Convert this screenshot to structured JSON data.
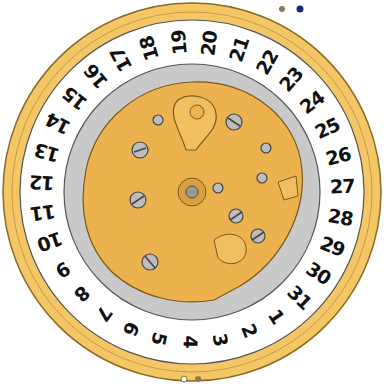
{
  "diagram": {
    "labels": [
      "1",
      "2",
      "3",
      "4",
      "5",
      "6",
      "7",
      "8",
      "9",
      "10",
      "11",
      "12",
      "13",
      "14",
      "15",
      "16",
      "17",
      "18",
      "19",
      "20",
      "21",
      "22",
      "23",
      "24",
      "25",
      "26",
      "27",
      "28",
      "29",
      "30",
      "31"
    ]
  }
}
